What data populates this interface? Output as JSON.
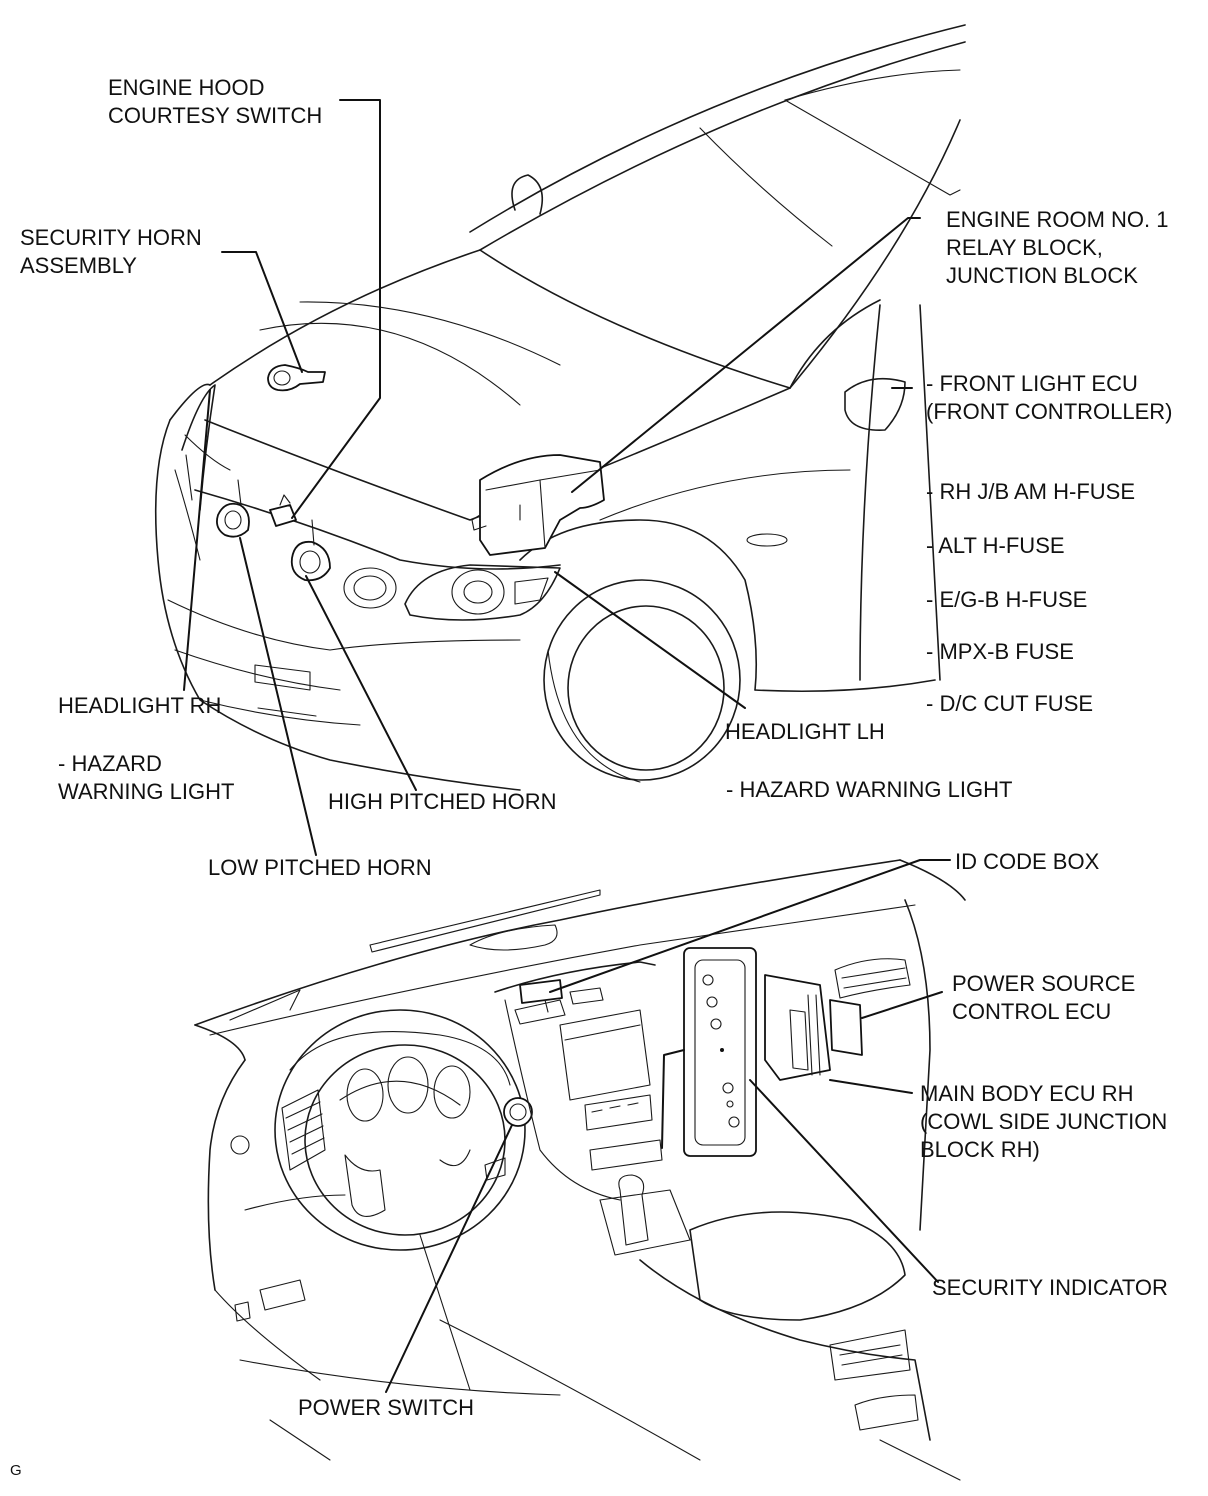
{
  "labels": {
    "engine_hood_courtesy_switch": "ENGINE HOOD\nCOURTESY SWITCH",
    "security_horn_assembly": "SECURITY HORN\nASSEMBLY",
    "engine_room_relay_block": "ENGINE ROOM NO. 1\nRELAY BLOCK,\nJUNCTION BLOCK",
    "front_light_ecu": "- FRONT LIGHT ECU\n(FRONT CONTROLLER)",
    "rh_jb_am_h_fuse": "- RH J/B AM H-FUSE",
    "alt_h_fuse": "- ALT H-FUSE",
    "eg_b_h_fuse": "- E/G-B H-FUSE",
    "mpx_b_fuse": "- MPX-B FUSE",
    "dc_cut_fuse": "- D/C CUT FUSE",
    "headlight_rh": "HEADLIGHT RH",
    "hazard_warning_light_rh": "- HAZARD\nWARNING LIGHT",
    "headlight_lh": "HEADLIGHT LH",
    "high_pitched_horn": "HIGH PITCHED HORN",
    "hazard_warning_light_lh": "- HAZARD WARNING LIGHT",
    "low_pitched_horn": "LOW PITCHED HORN",
    "id_code_box": "ID CODE BOX",
    "power_source_control_ecu": "POWER SOURCE\nCONTROL ECU",
    "main_body_ecu_rh": "MAIN BODY ECU RH\n(COWL SIDE JUNCTION\nBLOCK RH)",
    "security_indicator": "SECURITY INDICATOR",
    "power_switch": "POWER SWITCH",
    "corner_mark": "G"
  }
}
